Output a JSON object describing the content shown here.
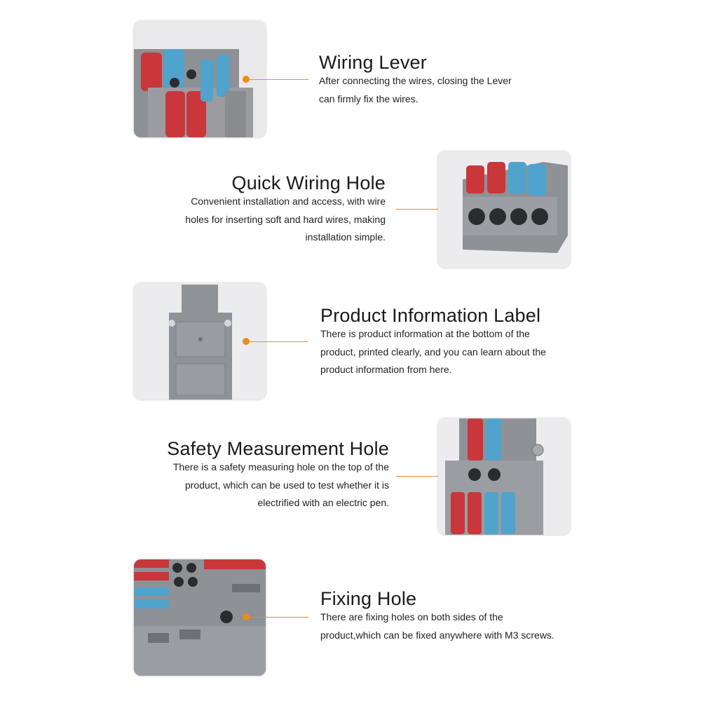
{
  "sections": [
    {
      "title": "Wiring Lever",
      "description": "After connecting the wires, closing the Lever\ncan firmly fix the wires.",
      "image_icon": "wiring-lever-photo"
    },
    {
      "title": "Quick Wiring Hole",
      "description": "Convenient installation and access, with wire\nholes for inserting soft and hard wires, making\ninstallation simple.",
      "image_icon": "wiring-hole-photo"
    },
    {
      "title": "Product Information Label",
      "description": "There is product information at the bottom of the\nproduct, printed clearly, and you can learn about the\nproduct information from here.",
      "image_icon": "info-label-photo"
    },
    {
      "title": "Safety Measurement Hole",
      "description": "There is a safety measuring hole on the top of the\nproduct, which can be used to test whether it is\nelectrified with an electric pen.",
      "image_icon": "measurement-hole-photo"
    },
    {
      "title": "Fixing Hole",
      "description": "There are fixing holes on both sides of the\nproduct,which can be fixed anywhere with M3 screws.",
      "image_icon": "fixing-hole-photo"
    }
  ],
  "colors": {
    "accent": "#f08a1e",
    "connector_gray": "#8e9196",
    "lever_red": "#c9373b",
    "lever_blue": "#4fa3cc"
  }
}
